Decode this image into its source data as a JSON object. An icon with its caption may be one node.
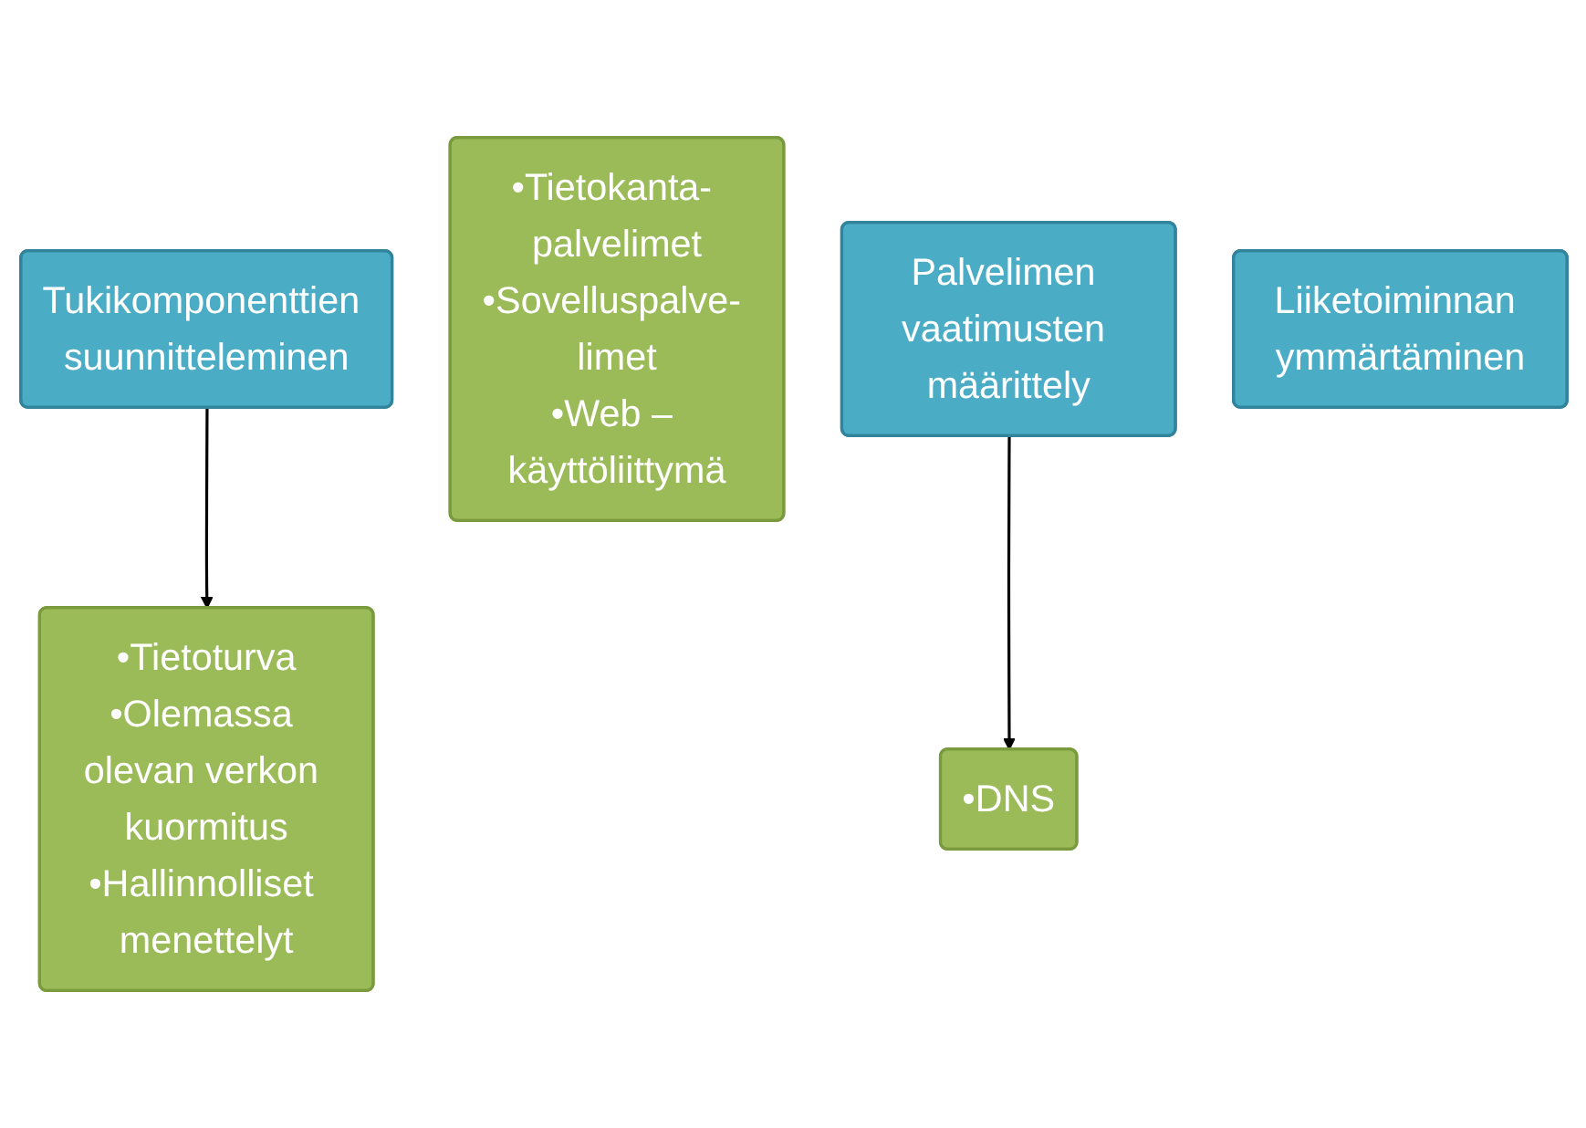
{
  "diagram": {
    "nodes": [
      {
        "text": [
          "Tukikomponenttien suunnitteleminen"
        ]
      },
      {
        "text": [
          "•Tietokanta- palvelimet",
          "•Sovelluspalve- limet",
          "•Web – käyttöliittymä"
        ]
      },
      {
        "text": [
          "•DNS"
        ]
      },
      {
        "text": [
          "•Tietoturva",
          "•Olemassa olevan verkon kuormitus",
          "•Hallinnolliset menettelyt"
        ]
      },
      {
        "text": [
          "Palvelimen vaatimusten määrittely"
        ]
      },
      {
        "text": [
          "Liiketoiminnan ymmärtäminen"
        ]
      }
    ],
    "edges": [
      {
        "from": 0,
        "to": 3,
        "arrow": "to"
      },
      {
        "from": 4,
        "to": 2,
        "arrow": "to"
      }
    ]
  }
}
